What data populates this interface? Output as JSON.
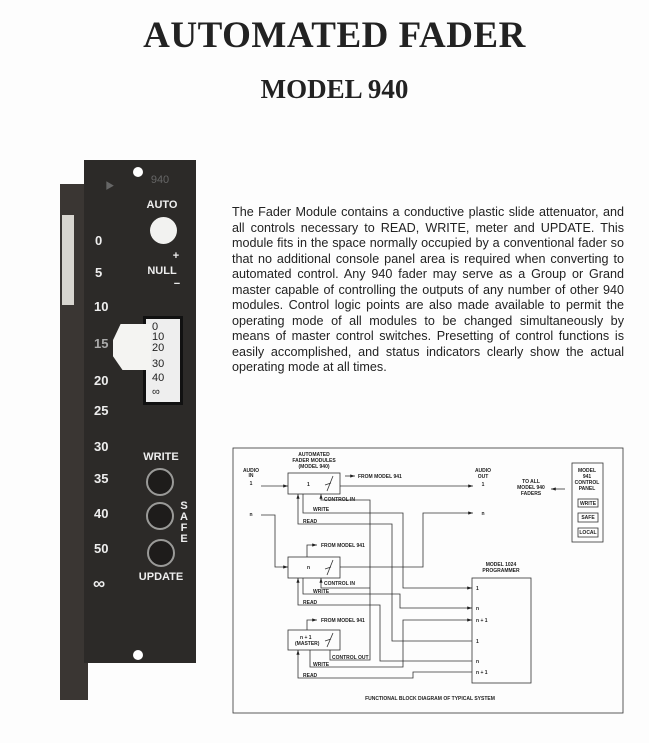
{
  "header": {
    "title": "AUTOMATED FADER",
    "subtitle": "MODEL 940"
  },
  "description": "The Fader Module contains a conductive plastic slide attenuator, and all controls necessary to READ, WRITE, meter and UPDATE. This module fits in the space normally occupied by a conventional fader so that no additional console panel area is required when converting to automated control. Any 940 fader may serve as a Group or Grand master capable of controlling the outputs of any number of other 940 modules. Control logic points are also made available to permit the operating mode of all modules to be changed simultaneously by means of master control switches. Presetting of control functions is easily accomplished, and status indicators clearly show the actual operating mode at all times.",
  "panel": {
    "model": "940",
    "auto": "AUTO",
    "null": "NULL",
    "plus": "+",
    "minus": "−",
    "scale": [
      "0",
      "5",
      "10",
      "15",
      "20",
      "25",
      "30",
      "35",
      "40",
      "50",
      "∞"
    ],
    "meter_scale": [
      "0",
      "10",
      "20",
      "30",
      "40",
      "∞"
    ],
    "write": "WRITE",
    "safe": [
      "S",
      "A",
      "F",
      "E"
    ],
    "update": "UPDATE"
  },
  "diagram": {
    "modules_label": [
      "AUTOMATED",
      "FADER MODULES",
      "(MODEL 940)"
    ],
    "audio_in": [
      "AUDIO",
      "IN"
    ],
    "audio_out": [
      "AUDIO",
      "OUT"
    ],
    "one": "1",
    "n": "n",
    "n_plus_1": "n + 1",
    "master": "(MASTER)",
    "from_941": "FROM MODEL 941",
    "control_in": "CONTROL IN",
    "control_out": "CONTROL OUT",
    "write": "WRITE",
    "read": "READ",
    "to_all": [
      "TO ALL",
      "MODEL 940",
      "FADERS"
    ],
    "control_panel": [
      "MODEL",
      "941",
      "CONTROL",
      "PANEL"
    ],
    "cp_buttons": [
      "WRITE",
      "SAFE",
      "LOCAL"
    ],
    "programmer": [
      "MODEL 1024",
      "PROGRAMMER"
    ],
    "caption": "FUNCTIONAL BLOCK DIAGRAM OF TYPICAL SYSTEM"
  }
}
